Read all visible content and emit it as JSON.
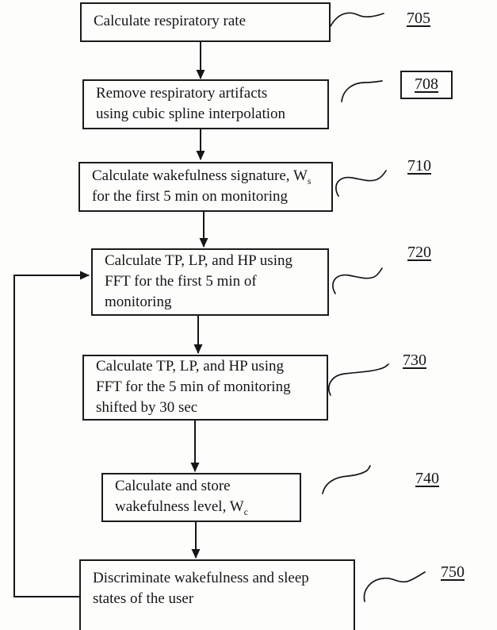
{
  "diagram": {
    "type": "flowchart",
    "colors": {
      "background": "#fdfdfc",
      "ink": "#161616"
    },
    "steps": [
      {
        "ref": "705",
        "ref_boxed": false,
        "lines": [
          {
            "text": "Calculate respiratory rate"
          }
        ]
      },
      {
        "ref": "708",
        "ref_boxed": true,
        "lines": [
          {
            "text": "Remove respiratory artifacts"
          },
          {
            "text": "using cubic spline interpolation"
          }
        ]
      },
      {
        "ref": "710",
        "ref_boxed": false,
        "lines": [
          {
            "text": "Calculate wakefulness signature, W",
            "sub": "s"
          },
          {
            "text": "for the first 5 min on monitoring"
          }
        ]
      },
      {
        "ref": "720",
        "ref_boxed": false,
        "lines": [
          {
            "text": "Calculate TP, LP, and HP using"
          },
          {
            "text": "FFT for the first 5 min of"
          },
          {
            "text": "monitoring"
          }
        ]
      },
      {
        "ref": "730",
        "ref_boxed": false,
        "lines": [
          {
            "text": "Calculate TP, LP, and HP using"
          },
          {
            "text": "FFT for the 5 min of monitoring"
          },
          {
            "text": "shifted by 30 sec"
          }
        ]
      },
      {
        "ref": "740",
        "ref_boxed": false,
        "lines": [
          {
            "text": "Calculate and store"
          },
          {
            "text": "wakefulness level, W",
            "sub": "c"
          }
        ]
      },
      {
        "ref": "750",
        "ref_boxed": false,
        "lines": [
          {
            "text": "Discriminate wakefulness and sleep"
          },
          {
            "text": "states of the user"
          }
        ]
      }
    ]
  }
}
